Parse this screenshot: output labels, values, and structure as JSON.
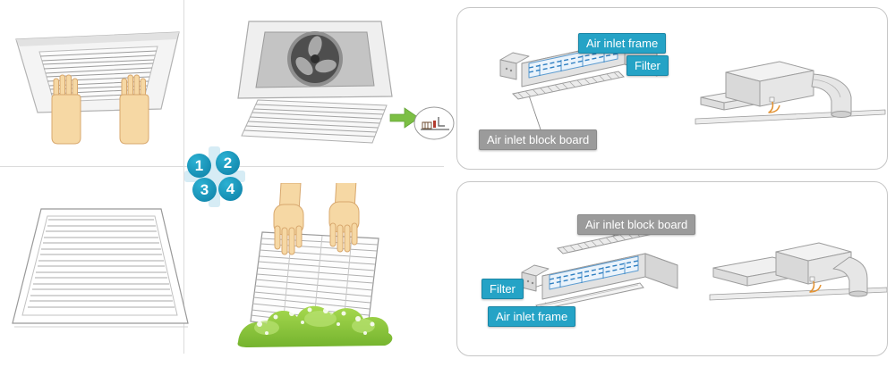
{
  "steps": [
    {
      "number": "1"
    },
    {
      "number": "2"
    },
    {
      "number": "3"
    },
    {
      "number": "4"
    }
  ],
  "panel_top": {
    "labels": [
      {
        "text": "Air inlet frame",
        "style": "teal"
      },
      {
        "text": "Filter",
        "style": "teal"
      },
      {
        "text": "Air inlet block board",
        "style": "gray"
      }
    ]
  },
  "panel_bottom": {
    "labels": [
      {
        "text": "Air inlet block board",
        "style": "gray"
      },
      {
        "text": "Filter",
        "style": "teal"
      },
      {
        "text": "Air inlet frame",
        "style": "teal"
      }
    ]
  },
  "icons": {
    "green_arrow": "right-arrow",
    "detail_callout": "filter-hook-detail"
  },
  "colors": {
    "label_teal": "#25a3c6",
    "label_gray": "#9b9b9b",
    "badge_teal": "#0f92b6",
    "grass_green": "#8cc63e",
    "filter_blue": "#2e7fc2",
    "skin": "#f6d8a4"
  }
}
